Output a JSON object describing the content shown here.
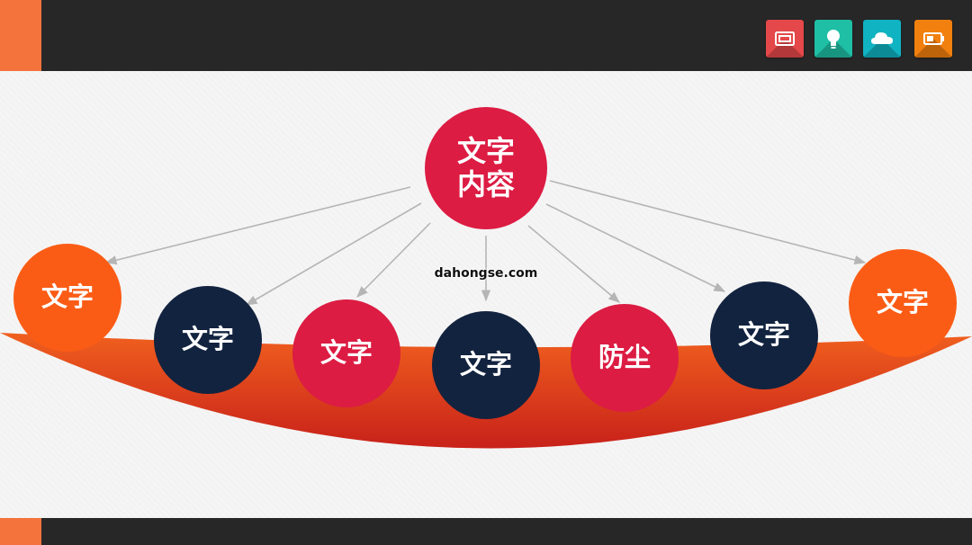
{
  "watermark": "dahongse.com",
  "toolbar": {
    "icons": [
      {
        "name": "presentation-icon",
        "color": "#e4484a"
      },
      {
        "name": "lightbulb-icon",
        "color": "#1fbfa6"
      },
      {
        "name": "cloud-icon",
        "color": "#10b3c2"
      },
      {
        "name": "battery-icon",
        "color": "#f2800f"
      }
    ]
  },
  "colors": {
    "header_bar": "#272727",
    "accent": "#f4733d",
    "crimson": "#dc1c43",
    "navy": "#12233f",
    "orange": "#fb5c15",
    "arc_light": "#f0601e",
    "arc_dark": "#c8211a",
    "arrow": "#b5b5b5"
  },
  "diagram": {
    "center": {
      "label": "文字\n内容",
      "color": "#dc1c43"
    },
    "nodes": [
      {
        "label": "文字",
        "color": "#fb5c15"
      },
      {
        "label": "文字",
        "color": "#12233f"
      },
      {
        "label": "文字",
        "color": "#dc1c43"
      },
      {
        "label": "文字",
        "color": "#12233f"
      },
      {
        "label": "防尘",
        "color": "#dc1c43"
      },
      {
        "label": "文字",
        "color": "#12233f"
      },
      {
        "label": "文字",
        "color": "#fb5c15"
      }
    ]
  }
}
